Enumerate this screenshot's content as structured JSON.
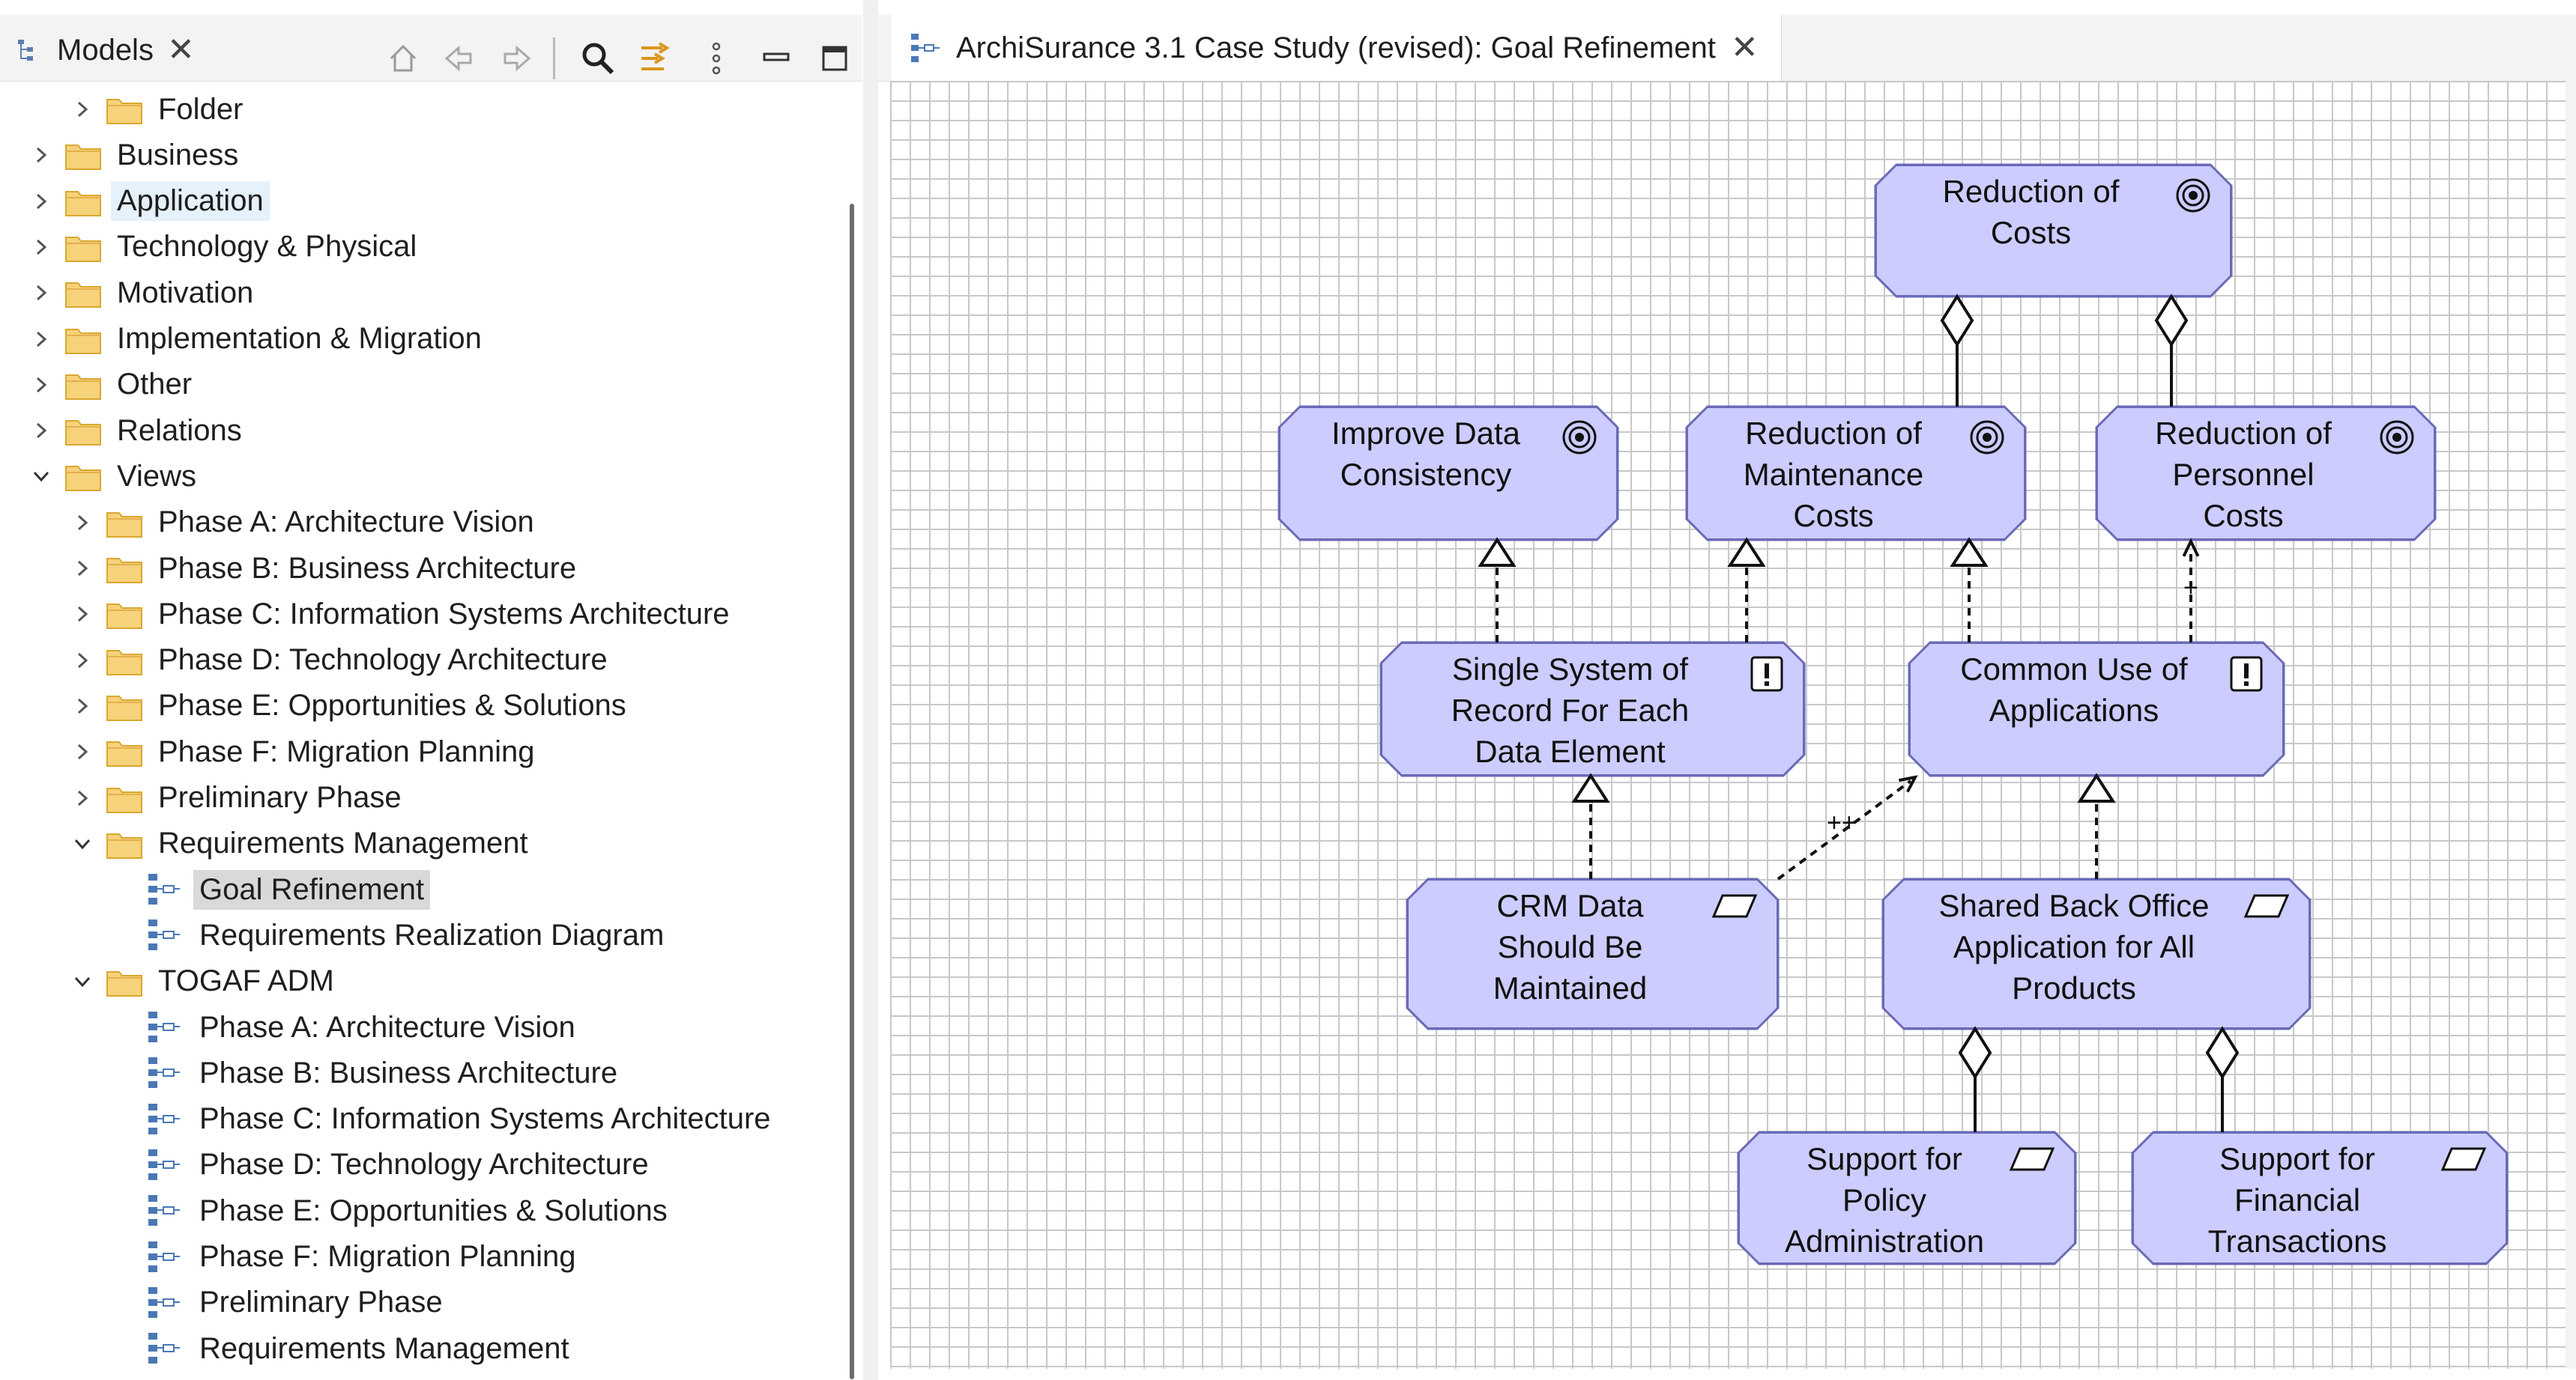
{
  "models_panel": {
    "tab_label": "Models",
    "tree": [
      {
        "label": "Folder",
        "type": "folder",
        "expanded": false
      },
      {
        "label": "Business",
        "type": "folder",
        "expanded": false
      },
      {
        "label": "Application",
        "type": "folder",
        "expanded": false
      },
      {
        "label": "Technology & Physical",
        "type": "folder",
        "expanded": false
      },
      {
        "label": "Motivation",
        "type": "folder",
        "expanded": false
      },
      {
        "label": "Implementation & Migration",
        "type": "folder",
        "expanded": false
      },
      {
        "label": "Other",
        "type": "folder",
        "expanded": false
      },
      {
        "label": "Relations",
        "type": "folder",
        "expanded": false
      },
      {
        "label": "Views",
        "type": "folder",
        "expanded": true
      },
      {
        "label": "Phase A: Architecture Vision",
        "type": "folder",
        "expanded": false
      },
      {
        "label": "Phase B: Business Architecture",
        "type": "folder",
        "expanded": false
      },
      {
        "label": "Phase C: Information Systems Architecture",
        "type": "folder",
        "expanded": false
      },
      {
        "label": "Phase D: Technology Architecture",
        "type": "folder",
        "expanded": false
      },
      {
        "label": "Phase E: Opportunities & Solutions",
        "type": "folder",
        "expanded": false
      },
      {
        "label": "Phase F: Migration Planning",
        "type": "folder",
        "expanded": false
      },
      {
        "label": "Preliminary Phase",
        "type": "folder",
        "expanded": false
      },
      {
        "label": "Requirements Management",
        "type": "folder",
        "expanded": true
      },
      {
        "label": "Goal Refinement",
        "type": "view",
        "selected": true
      },
      {
        "label": "Requirements Realization Diagram",
        "type": "view"
      },
      {
        "label": "TOGAF ADM",
        "type": "folder",
        "expanded": true
      },
      {
        "label": "Phase A: Architecture Vision",
        "type": "view"
      },
      {
        "label": "Phase B: Business Architecture",
        "type": "view"
      },
      {
        "label": "Phase C: Information Systems Architecture",
        "type": "view"
      },
      {
        "label": "Phase D: Technology Architecture",
        "type": "view"
      },
      {
        "label": "Phase E: Opportunities & Solutions",
        "type": "view"
      },
      {
        "label": "Phase F: Migration Planning",
        "type": "view"
      },
      {
        "label": "Preliminary Phase",
        "type": "view"
      },
      {
        "label": "Requirements Management",
        "type": "view"
      }
    ],
    "toolbar_icons": [
      "home-icon",
      "back-icon",
      "forward-icon",
      "search-icon",
      "filter-icon",
      "more-icon",
      "minimize-icon",
      "maximize-icon"
    ]
  },
  "editor": {
    "tab_label": "ArchiSurance 3.1 Case Study (revised): Goal Refinement",
    "nodes": [
      {
        "id": "n1",
        "label": "Reduction of\nCosts",
        "kind": "goal"
      },
      {
        "id": "n2",
        "label": "Improve Data\nConsistency",
        "kind": "goal"
      },
      {
        "id": "n3",
        "label": "Reduction of\nMaintenance\nCosts",
        "kind": "goal"
      },
      {
        "id": "n4",
        "label": "Reduction of\nPersonnel\nCosts",
        "kind": "goal"
      },
      {
        "id": "n5",
        "label": "Single System of\nRecord For Each\nData Element",
        "kind": "principle"
      },
      {
        "id": "n6",
        "label": "Common Use of\nApplications",
        "kind": "principle"
      },
      {
        "id": "n7",
        "label": "CRM Data\nShould Be\nMaintained",
        "kind": "requirement"
      },
      {
        "id": "n8",
        "label": "Shared Back Office\nApplication for All\nProducts",
        "kind": "requirement"
      },
      {
        "id": "n9",
        "label": "Support for\nPolicy\nAdministration",
        "kind": "requirement"
      },
      {
        "id": "n10",
        "label": "Support for\nFinancial\nTransactions",
        "kind": "requirement"
      }
    ],
    "edge_labels": {
      "influence_positive": "+",
      "influence_strong": "++"
    },
    "colors": {
      "node_fill": "#ccccff",
      "node_border": "#6a6ab8"
    }
  }
}
